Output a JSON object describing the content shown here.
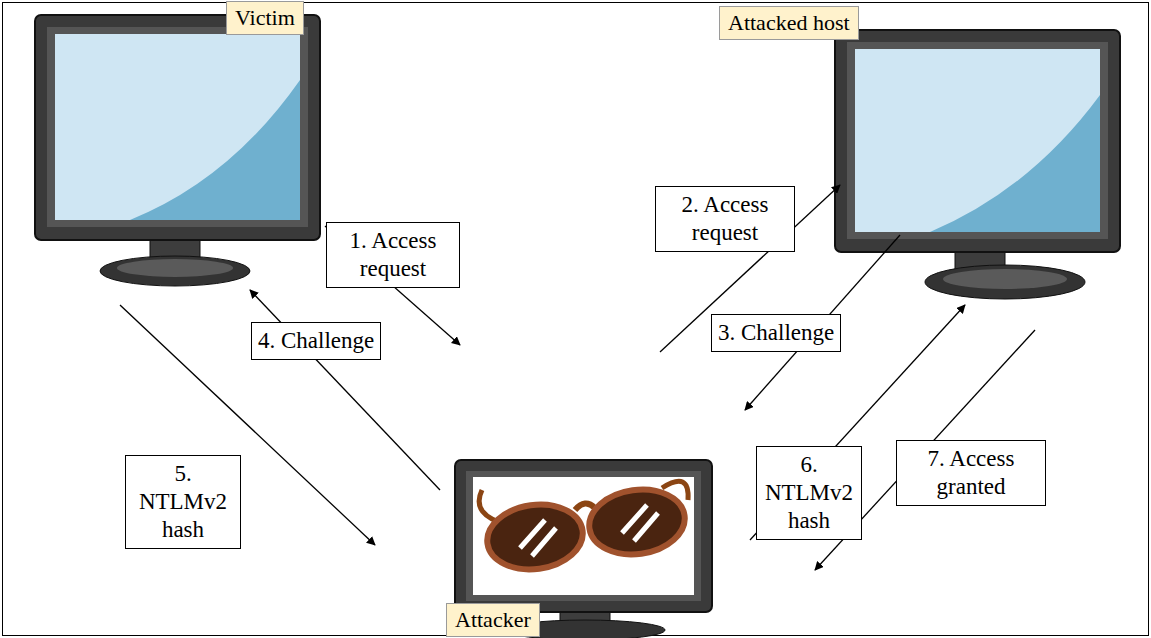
{
  "diagram": {
    "nodes": [
      {
        "text": [
          "Victim"
        ]
      },
      {
        "text": [
          "Attacked host"
        ]
      },
      {
        "text": [
          "1. Access request"
        ]
      },
      {
        "text": [
          "2. Access request"
        ]
      },
      {
        "text": [
          "3. Challenge"
        ]
      },
      {
        "text": [
          "4. Challenge"
        ]
      },
      {
        "text": [
          "6. NTLMv2 hash"
        ]
      },
      {
        "text": [
          "7. Access granted"
        ]
      },
      {
        "text": [
          "5. NTLMv2 hash"
        ]
      },
      {
        "text": [
          "Attacker"
        ]
      }
    ]
  }
}
